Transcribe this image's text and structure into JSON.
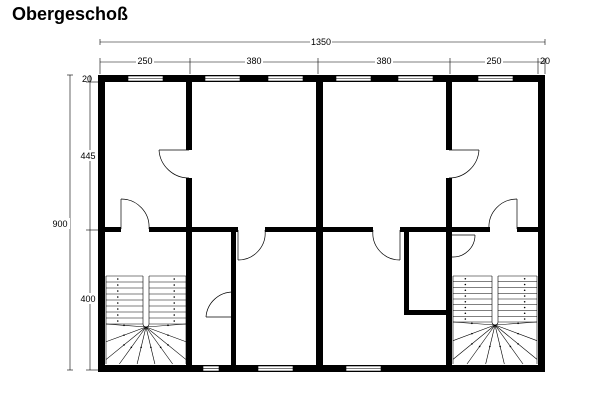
{
  "title": "Obergeschoß",
  "dimensions": {
    "total_width": "1350",
    "segments": [
      "250",
      "380",
      "380",
      "250"
    ],
    "wall_top_left": "20",
    "wall_top_right": "20",
    "total_height": "900",
    "upper_height": "445",
    "lower_height": "400"
  },
  "colors": {
    "wall": "#000000",
    "line": "#000000",
    "background": "#ffffff"
  }
}
